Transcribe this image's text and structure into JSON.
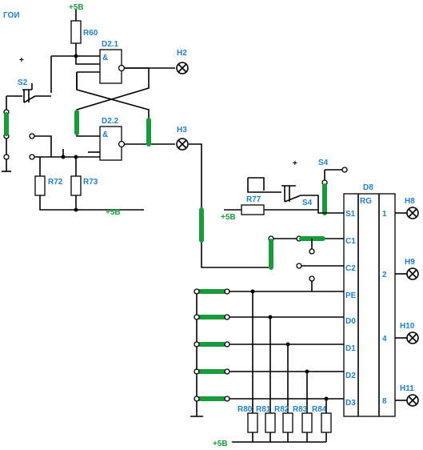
{
  "title": "ГОИ",
  "colors": {
    "label": "#1f7fd4",
    "power": "#1a9a3a",
    "jumper": "#1a9a3a",
    "wire": "#000000"
  },
  "supply": {
    "top": "+5В",
    "mid_left": "+5В",
    "mid_right": "+5В",
    "bottom": "+5В"
  },
  "signs": {
    "plus_left": "+",
    "plus_right": "+"
  },
  "switches": {
    "s2": "S2",
    "s4_top": "S4",
    "s4_bottom": "S4"
  },
  "resistors": {
    "r60": "R60",
    "r72": "R72",
    "r73": "R73",
    "r77": "R77",
    "r80": "R80",
    "r81": "R81",
    "r82": "R82",
    "r83": "R83",
    "r84": "R84"
  },
  "gates": {
    "d21": "D2.1",
    "d22": "D2.2",
    "and1": "&",
    "and2": "&"
  },
  "lamps": {
    "h2": "H2",
    "h3": "H3",
    "h8": "H8",
    "h9": "H9",
    "h10": "H10",
    "h11": "H11"
  },
  "register": {
    "name": "D8",
    "function": "RG",
    "inputs": [
      "S1",
      "C1",
      "C2",
      "PE",
      "D0",
      "D1",
      "D2",
      "D3"
    ],
    "outputs": [
      "1",
      "2",
      "4",
      "8"
    ]
  }
}
